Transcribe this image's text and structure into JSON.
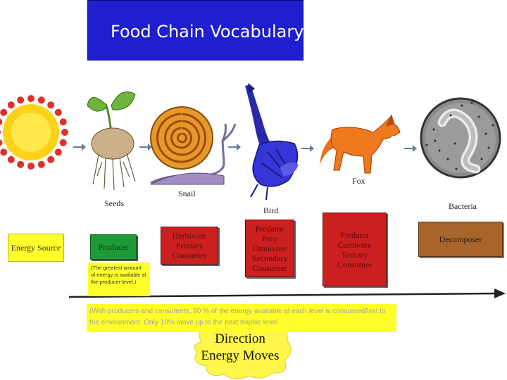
{
  "title": "Food Chain Vocabulary",
  "organisms": {
    "seeds": "Seeds",
    "snail": "Snail",
    "bird": "Bird",
    "fox": "Fox",
    "bacteria": "Bacteria"
  },
  "roles": {
    "energy_source": "Energy Source",
    "producer": "Producer",
    "herbivore": "Herbivore\nPrimary\nConsumer",
    "predator_prey": "Predator\nPrey\nOmnivore\nSecondary\nConsumer",
    "predator_tertiary": "Predator\nCarnivore\nTertiary\nConsumer",
    "decomposer": "Decomposer"
  },
  "notes": {
    "producer_note": "(The greatest amount of energy is available at the producer level.)",
    "energy_note": "(With producers and consumers, 90 % of the energy available at each level is consumed/lost to the environment. Only 10% move up to the next trophic level."
  },
  "cloud": {
    "line1": "Direction",
    "line2": "Energy Moves"
  },
  "colors": {
    "title_bg": "#1f1fd0",
    "yellow": "#ffff2a",
    "producer_green": "#1e9a36",
    "consumer_red": "#cc2020",
    "decomposer_brown": "#a9642c"
  }
}
